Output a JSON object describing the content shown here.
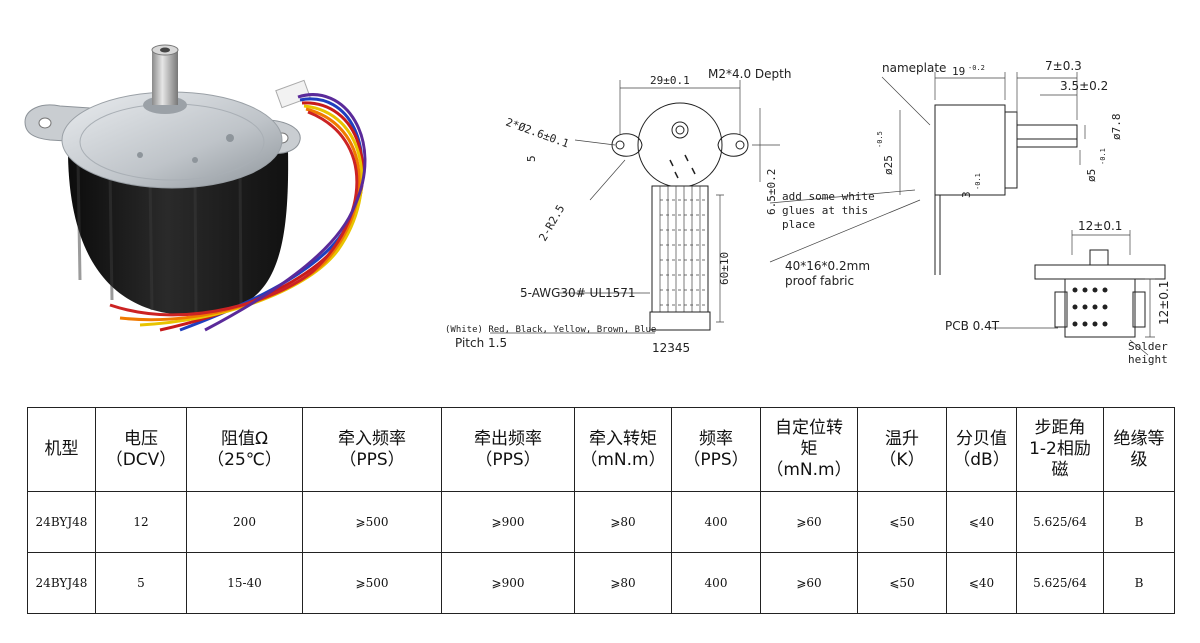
{
  "drawing": {
    "labels": {
      "m2_depth": "M2*4.0 Depth",
      "holes": "2*Ø2.6±0.1",
      "pitch_width": "29±0.1",
      "five": "5",
      "r25": "2-R2.5",
      "h65": "6.5±0.2",
      "lead_len": "60±10",
      "awg": "5-AWG30# UL1571",
      "colors": "(White) Red, Black, Yellow, Brown, Blue",
      "pitch": "Pitch 1.5",
      "pins": "12345",
      "nameplate": "nameplate",
      "d19": "19",
      "d19tol": "-0.2",
      "d7": "7±0.3",
      "d35": "3.5±0.2",
      "d25": "ø25",
      "d25tol": "-0.5",
      "d78": "ø7.8",
      "d5": "ø5",
      "d5tol": "-0.1",
      "d3": "3",
      "d3tol": "-0.1",
      "glue1": "add some white",
      "glue2": "glues at this",
      "glue3": "place",
      "fabric1": "40*16*0.2mm",
      "fabric2": "proof fabric",
      "d12": "12±0.1",
      "d12v": "12±0.1",
      "pcb": "PCB 0.4T",
      "solder1": "Solder",
      "solder2": "height"
    }
  },
  "table": {
    "headers": [
      [
        "机型"
      ],
      [
        "电压",
        "（DCV）"
      ],
      [
        "阻值Ω",
        "（25℃）"
      ],
      [
        "牵入频率",
        "（PPS）"
      ],
      [
        "牵出频率",
        "（PPS）"
      ],
      [
        "牵入转矩",
        "（mN.m）"
      ],
      [
        "频率",
        "（PPS）"
      ],
      [
        "自定位转",
        "矩",
        "（mN.m）"
      ],
      [
        "温升",
        "（K）"
      ],
      [
        "分贝值",
        "（dB）"
      ],
      [
        "步距角",
        "1-2相励",
        "磁"
      ],
      [
        "绝缘等",
        "级"
      ]
    ],
    "rows": [
      [
        "24BYJ48",
        "12",
        "200",
        "⩾500",
        "⩾900",
        "⩾80",
        "400",
        "⩾60",
        "⩽50",
        "⩽40",
        "5.625/64",
        "B"
      ],
      [
        "24BYJ48",
        "5",
        "15-40",
        "⩾500",
        "⩾900",
        "⩾80",
        "400",
        "⩾60",
        "⩽50",
        "⩽40",
        "5.625/64",
        "B"
      ]
    ]
  }
}
